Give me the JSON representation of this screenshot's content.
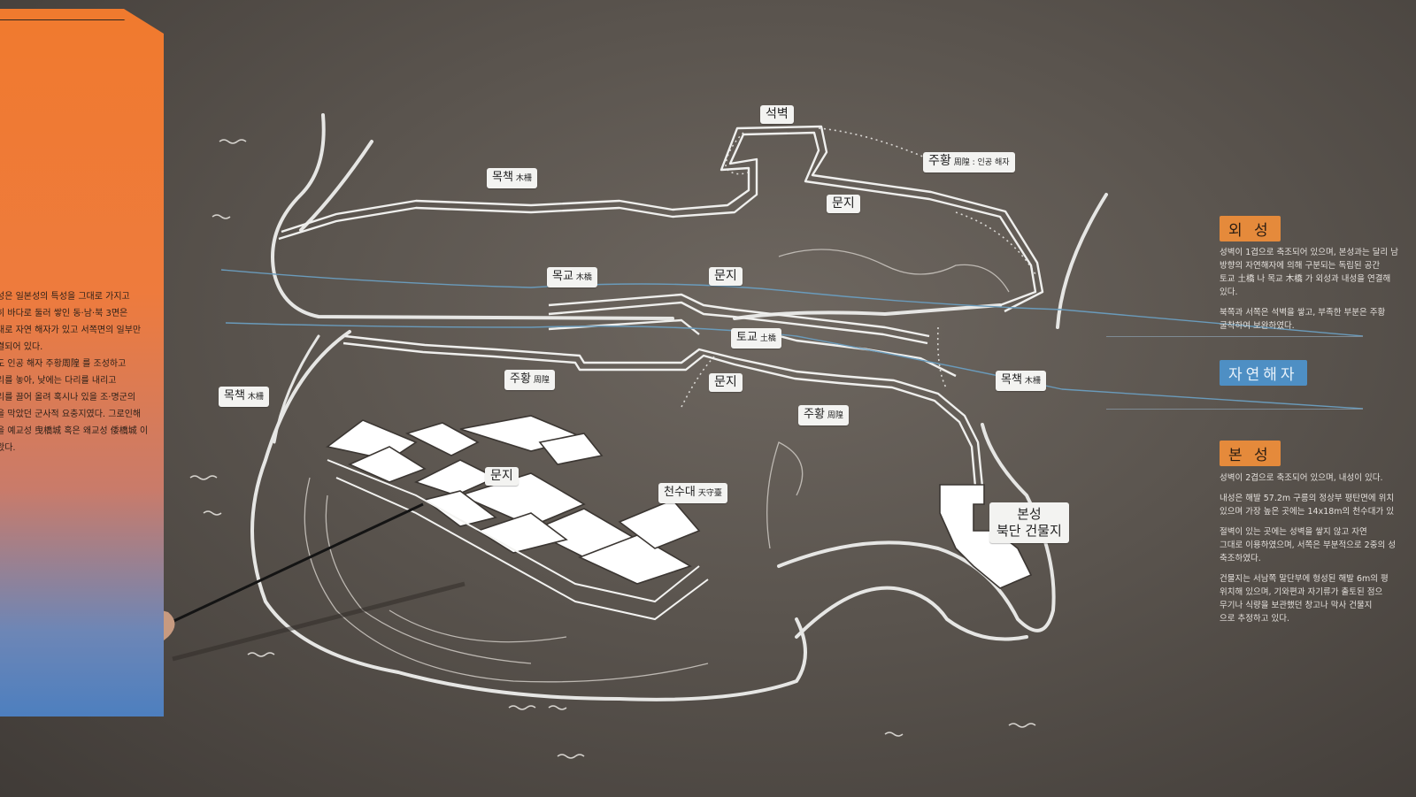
{
  "panel": {
    "lines": [
      "성은 일본성의 특성을 그대로 가지고",
      "히 바다로 둘러 쌓인 동·남·북 3면은",
      "대로 자연 해자가 있고 서쪽면의 일부만",
      "결되어 있다.",
      "도 인공 해자 주황周隍 를 조성하고",
      "리를 놓아, 낮에는 다리를 내리고",
      "리를 끌어 올려 혹시나 있을 조·명군의",
      "을 막았던 군사적 요충지였다. 그로인해",
      "을 예교성 曳橋城 혹은 왜교성 倭橋城 이",
      "왔다."
    ]
  },
  "map_labels": {
    "seokbyeok": "석벽",
    "mokchaek_top": {
      "text": "목책",
      "sub": "木柵"
    },
    "juhwang_top": {
      "text": "주황",
      "sub": "周隍 : 인공 해자"
    },
    "munji_1": "문지",
    "mokgyo": {
      "text": "목교",
      "sub": "木橋"
    },
    "munji_2": "문지",
    "togyo": {
      "text": "토교",
      "sub": "土橋"
    },
    "juhwang_mid": {
      "text": "주황",
      "sub": "周隍"
    },
    "munji_3": "문지",
    "mokchaek_right": {
      "text": "목책",
      "sub": "木柵"
    },
    "juhwang_low": {
      "text": "주황",
      "sub": "周隍"
    },
    "mokchaek_left": {
      "text": "목책",
      "sub": "木柵"
    },
    "munji_4": "문지",
    "cheonsudae": {
      "text": "천수대",
      "sub": "天守臺"
    },
    "bonseong_building": {
      "line1": "본성",
      "line2": "북단 건물지"
    }
  },
  "legend": {
    "oeseong": {
      "title": "외 성",
      "lines": [
        "성벽이 1겹으로 축조되어 있으며, 본성과는 달리 남",
        "방향의 자연해자에 의해 구분되는 독립된 공간",
        "토교 土橋 나 목교 木橋 가 외성과 내성을 연결해",
        "있다."
      ],
      "lines2": [
        "북쪽과 서쪽은 석벽을 쌓고, 부족한 부분은 주황",
        "굴착하여 보완하였다."
      ]
    },
    "jayeonhaeja": {
      "title": "자연해자"
    },
    "bonseong": {
      "title": "본 성",
      "lines": [
        "성벽이 2겹으로 축조되어 있으며, 내성이 있다."
      ],
      "lines2": [
        "내성은 해발 57.2m 구릉의 정상부 평탄면에 위치",
        "있으며 가장 높은 곳에는 14x18m의 천수대가 있",
        "절벽이 있는 곳에는 성벽을 쌓지 않고 자연",
        "그대로 이용하였으며, 서쪽은 부분적으로 2중의 성",
        "축조하였다.",
        "건물지는 서남쪽 말단부에 형성된 해발 6m의 평",
        "위치해 있으며, 기와편과 자기류가 출토된 점으",
        "무기나 식량을 보관했던 창고나 막사 건물지",
        "으로 추정하고 있다."
      ]
    }
  },
  "colors": {
    "wall": "#5a544e",
    "panel_orange": "#f07a2e",
    "tag_orange": "#e58a3b",
    "tag_blue": "#4e8fc4",
    "line_white": "#e9e9e7",
    "water_blue": "#5c8fae"
  }
}
